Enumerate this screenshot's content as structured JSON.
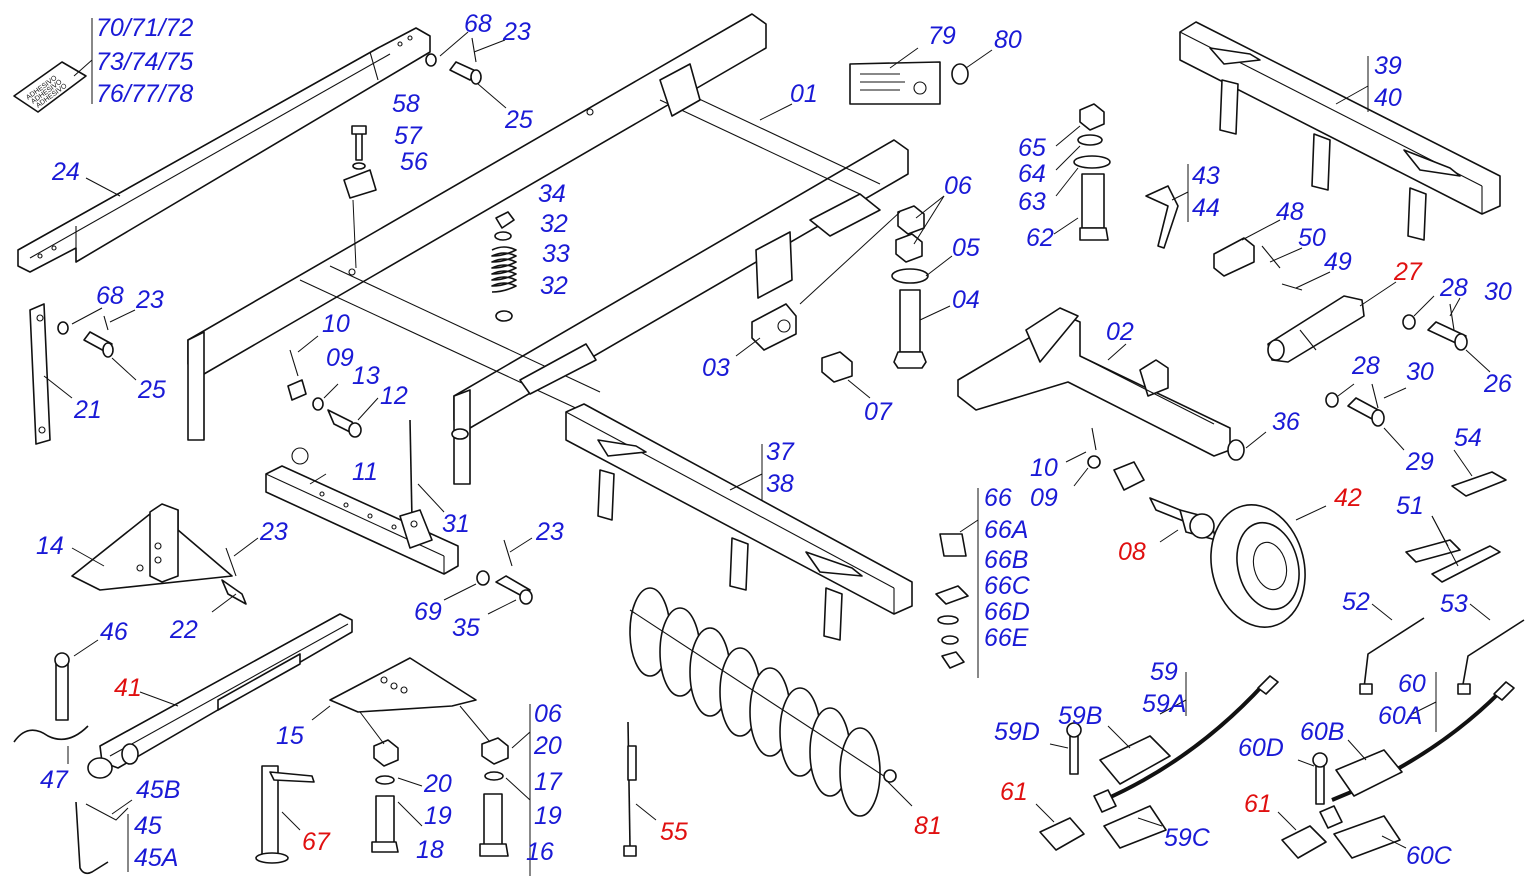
{
  "diagram": {
    "colors": {
      "label": "#1a1ad6",
      "label_highlight": "#e01010",
      "line": "#111111"
    },
    "labels": [
      {
        "id": "l-70-72",
        "text": "70/71/72",
        "color": "blue"
      },
      {
        "id": "l-73-75",
        "text": "73/74/75",
        "color": "blue"
      },
      {
        "id": "l-76-78",
        "text": "76/77/78",
        "color": "blue"
      },
      {
        "id": "l-68a",
        "text": "68",
        "color": "blue"
      },
      {
        "id": "l-23a",
        "text": "23",
        "color": "blue"
      },
      {
        "id": "l-25a",
        "text": "25",
        "color": "blue"
      },
      {
        "id": "l-24",
        "text": "24",
        "color": "blue"
      },
      {
        "id": "l-58",
        "text": "58",
        "color": "blue"
      },
      {
        "id": "l-57",
        "text": "57",
        "color": "blue"
      },
      {
        "id": "l-56",
        "text": "56",
        "color": "blue"
      },
      {
        "id": "l-01",
        "text": "01",
        "color": "blue"
      },
      {
        "id": "l-79",
        "text": "79",
        "color": "blue"
      },
      {
        "id": "l-80",
        "text": "80",
        "color": "blue"
      },
      {
        "id": "l-34",
        "text": "34",
        "color": "blue"
      },
      {
        "id": "l-32a",
        "text": "32",
        "color": "blue"
      },
      {
        "id": "l-33",
        "text": "33",
        "color": "blue"
      },
      {
        "id": "l-32b",
        "text": "32",
        "color": "blue"
      },
      {
        "id": "l-68b",
        "text": "68",
        "color": "blue"
      },
      {
        "id": "l-23b",
        "text": "23",
        "color": "blue"
      },
      {
        "id": "l-25b",
        "text": "25",
        "color": "blue"
      },
      {
        "id": "l-21",
        "text": "21",
        "color": "blue"
      },
      {
        "id": "l-10a",
        "text": "10",
        "color": "blue"
      },
      {
        "id": "l-09a",
        "text": "09",
        "color": "blue"
      },
      {
        "id": "l-13",
        "text": "13",
        "color": "blue"
      },
      {
        "id": "l-12",
        "text": "12",
        "color": "blue"
      },
      {
        "id": "l-11",
        "text": "11",
        "color": "blue"
      },
      {
        "id": "l-31",
        "text": "31",
        "color": "blue"
      },
      {
        "id": "l-14",
        "text": "14",
        "color": "blue"
      },
      {
        "id": "l-23c",
        "text": "23",
        "color": "blue"
      },
      {
        "id": "l-22",
        "text": "22",
        "color": "blue"
      },
      {
        "id": "l-23d",
        "text": "23",
        "color": "blue"
      },
      {
        "id": "l-69",
        "text": "69",
        "color": "blue"
      },
      {
        "id": "l-35",
        "text": "35",
        "color": "blue"
      },
      {
        "id": "l-06a",
        "text": "06",
        "color": "blue"
      },
      {
        "id": "l-05",
        "text": "05",
        "color": "blue"
      },
      {
        "id": "l-04",
        "text": "04",
        "color": "blue"
      },
      {
        "id": "l-03",
        "text": "03",
        "color": "blue"
      },
      {
        "id": "l-07",
        "text": "07",
        "color": "blue"
      },
      {
        "id": "l-65",
        "text": "65",
        "color": "blue"
      },
      {
        "id": "l-64",
        "text": "64",
        "color": "blue"
      },
      {
        "id": "l-63",
        "text": "63",
        "color": "blue"
      },
      {
        "id": "l-62",
        "text": "62",
        "color": "blue"
      },
      {
        "id": "l-43",
        "text": "43",
        "color": "blue"
      },
      {
        "id": "l-44",
        "text": "44",
        "color": "blue"
      },
      {
        "id": "l-39",
        "text": "39",
        "color": "blue"
      },
      {
        "id": "l-40",
        "text": "40",
        "color": "blue"
      },
      {
        "id": "l-48",
        "text": "48",
        "color": "blue"
      },
      {
        "id": "l-50",
        "text": "50",
        "color": "blue"
      },
      {
        "id": "l-49",
        "text": "49",
        "color": "blue"
      },
      {
        "id": "l-27",
        "text": "27",
        "color": "red"
      },
      {
        "id": "l-28a",
        "text": "28",
        "color": "blue"
      },
      {
        "id": "l-30a",
        "text": "30",
        "color": "blue"
      },
      {
        "id": "l-26",
        "text": "26",
        "color": "blue"
      },
      {
        "id": "l-02",
        "text": "02",
        "color": "blue"
      },
      {
        "id": "l-28b",
        "text": "28",
        "color": "blue"
      },
      {
        "id": "l-30b",
        "text": "30",
        "color": "blue"
      },
      {
        "id": "l-29",
        "text": "29",
        "color": "blue"
      },
      {
        "id": "l-36",
        "text": "36",
        "color": "blue"
      },
      {
        "id": "l-10b",
        "text": "10",
        "color": "blue"
      },
      {
        "id": "l-09b",
        "text": "09",
        "color": "blue"
      },
      {
        "id": "l-42",
        "text": "42",
        "color": "red"
      },
      {
        "id": "l-08",
        "text": "08",
        "color": "red"
      },
      {
        "id": "l-54",
        "text": "54",
        "color": "blue"
      },
      {
        "id": "l-51",
        "text": "51",
        "color": "blue"
      },
      {
        "id": "l-37",
        "text": "37",
        "color": "blue"
      },
      {
        "id": "l-38",
        "text": "38",
        "color": "blue"
      },
      {
        "id": "l-66",
        "text": "66",
        "color": "blue"
      },
      {
        "id": "l-66A",
        "text": "66A",
        "color": "blue"
      },
      {
        "id": "l-66B",
        "text": "66B",
        "color": "blue"
      },
      {
        "id": "l-66C",
        "text": "66C",
        "color": "blue"
      },
      {
        "id": "l-66D",
        "text": "66D",
        "color": "blue"
      },
      {
        "id": "l-66E",
        "text": "66E",
        "color": "blue"
      },
      {
        "id": "l-52",
        "text": "52",
        "color": "blue"
      },
      {
        "id": "l-53",
        "text": "53",
        "color": "blue"
      },
      {
        "id": "l-46",
        "text": "46",
        "color": "blue"
      },
      {
        "id": "l-41",
        "text": "41",
        "color": "red"
      },
      {
        "id": "l-47",
        "text": "47",
        "color": "blue"
      },
      {
        "id": "l-45B",
        "text": "45B",
        "color": "blue"
      },
      {
        "id": "l-45",
        "text": "45",
        "color": "blue"
      },
      {
        "id": "l-45A",
        "text": "45A",
        "color": "blue"
      },
      {
        "id": "l-15",
        "text": "15",
        "color": "blue"
      },
      {
        "id": "l-20a",
        "text": "20",
        "color": "blue"
      },
      {
        "id": "l-19a",
        "text": "19",
        "color": "blue"
      },
      {
        "id": "l-18",
        "text": "18",
        "color": "blue"
      },
      {
        "id": "l-06b",
        "text": "06",
        "color": "blue"
      },
      {
        "id": "l-20b",
        "text": "20",
        "color": "blue"
      },
      {
        "id": "l-17",
        "text": "17",
        "color": "blue"
      },
      {
        "id": "l-19b",
        "text": "19",
        "color": "blue"
      },
      {
        "id": "l-16",
        "text": "16",
        "color": "blue"
      },
      {
        "id": "l-67",
        "text": "67",
        "color": "red"
      },
      {
        "id": "l-55",
        "text": "55",
        "color": "red"
      },
      {
        "id": "l-81",
        "text": "81",
        "color": "red"
      },
      {
        "id": "l-59",
        "text": "59",
        "color": "blue"
      },
      {
        "id": "l-59A",
        "text": "59A",
        "color": "blue"
      },
      {
        "id": "l-59B",
        "text": "59B",
        "color": "blue"
      },
      {
        "id": "l-59D",
        "text": "59D",
        "color": "blue"
      },
      {
        "id": "l-61a",
        "text": "61",
        "color": "red"
      },
      {
        "id": "l-59C",
        "text": "59C",
        "color": "blue"
      },
      {
        "id": "l-60",
        "text": "60",
        "color": "blue"
      },
      {
        "id": "l-60A",
        "text": "60A",
        "color": "blue"
      },
      {
        "id": "l-60B",
        "text": "60B",
        "color": "blue"
      },
      {
        "id": "l-60D",
        "text": "60D",
        "color": "blue"
      },
      {
        "id": "l-61b",
        "text": "61",
        "color": "red"
      },
      {
        "id": "l-60C",
        "text": "60C",
        "color": "blue"
      }
    ],
    "sticker_text": [
      "ADHESIVO",
      "ADHESIVO",
      "ADHESIVO"
    ]
  }
}
